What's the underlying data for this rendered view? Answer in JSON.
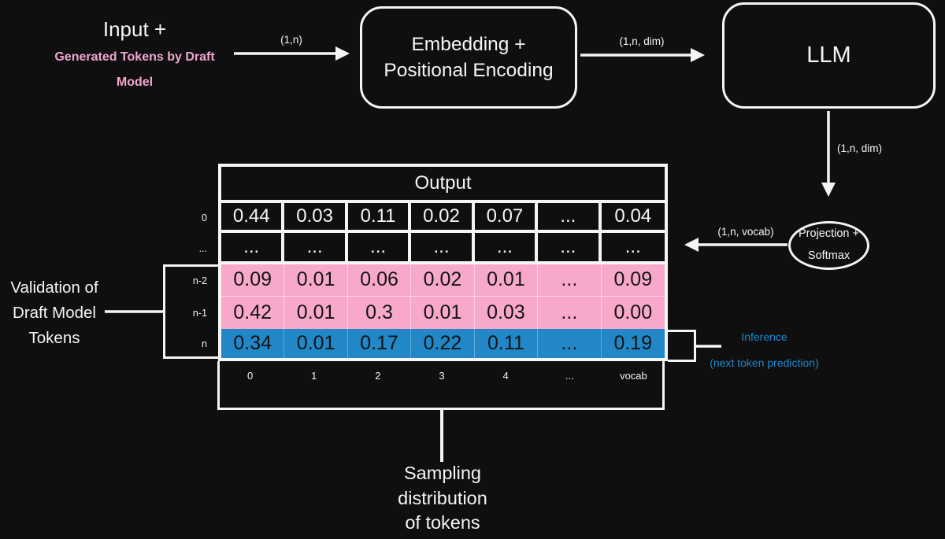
{
  "input_block": {
    "line1": "Input +",
    "line2": "Generated Tokens by Draft",
    "line3": "Model"
  },
  "nodes": {
    "embedding_line1": "Embedding +",
    "embedding_line2": "Positional Encoding",
    "llm": "LLM",
    "projection_line1": "Projection +",
    "projection_line2": "Softmax"
  },
  "arrow_labels": {
    "input_to_embedding": "(1,n)",
    "embedding_to_llm": "(1,n, dim)",
    "llm_to_projection": "(1,n, dim)",
    "projection_to_table": "(1,n, vocab)"
  },
  "table": {
    "title": "Output",
    "row_labels": [
      "0",
      "...",
      "n-2",
      "n-1",
      "n"
    ],
    "col_labels": [
      "0",
      "1",
      "2",
      "3",
      "4",
      "...",
      "vocab"
    ],
    "rows": [
      {
        "label": "0",
        "style": "dark",
        "values": [
          "0.44",
          "0.03",
          "0.11",
          "0.02",
          "0.07",
          "...",
          "0.04"
        ]
      },
      {
        "label": "...",
        "style": "dark",
        "values": [
          "...",
          "...",
          "...",
          "...",
          "...",
          "...",
          "..."
        ]
      },
      {
        "label": "n-2",
        "style": "pink",
        "values": [
          "0.09",
          "0.01",
          "0.06",
          "0.02",
          "0.01",
          "...",
          "0.09"
        ]
      },
      {
        "label": "n-1",
        "style": "pink",
        "values": [
          "0.42",
          "0.01",
          "0.3",
          "0.01",
          "0.03",
          "...",
          "0.00"
        ]
      },
      {
        "label": "n",
        "style": "blue",
        "values": [
          "0.34",
          "0.01",
          "0.17",
          "0.22",
          "0.11",
          "...",
          "0.19"
        ]
      }
    ]
  },
  "annotations": {
    "validation_line1": "Validation of",
    "validation_line2": "Draft Model",
    "validation_line3": "Tokens",
    "inference_line1": "Inference",
    "inference_line2": "(next token prediction)",
    "sampling_line1": "Sampling",
    "sampling_line2": "distribution",
    "sampling_line3": "of tokens"
  },
  "colors": {
    "background": "#0f0f0f",
    "pink_row": "#F8A9CB",
    "blue_row": "#2187C6",
    "pink_text": "#F0A6CE",
    "blue_text": "#1E88D2"
  }
}
